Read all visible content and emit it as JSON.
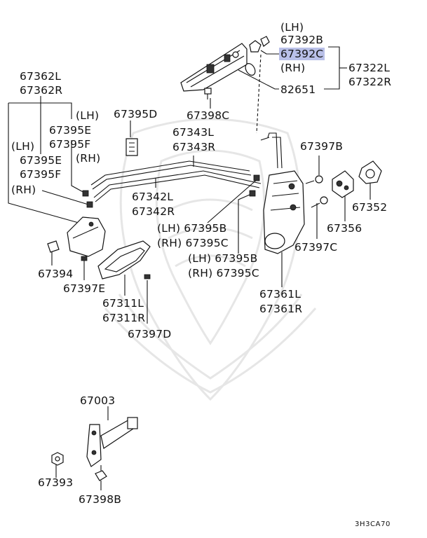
{
  "labels": {
    "lh_top": "(LH)",
    "p67392B": "67392B",
    "p67392C": "67392C",
    "rh_top": "(RH)",
    "p67322L": "67322L",
    "p67322R": "67322R",
    "p82651": "82651",
    "p67398C": "67398C",
    "p67362L": "67362L",
    "p67362R": "67362R",
    "lh_a": "(LH)",
    "p67395D": "67395D",
    "p67395E_a": "67395E",
    "p67395F_a": "67395F",
    "lh_b": "(LH)",
    "rh_b": "(RH)",
    "p67395E_b": "67395E",
    "p67395F_b": "67395F",
    "rh_c": "(RH)",
    "p67343L": "67343L",
    "p67343R": "67343R",
    "p67397B": "67397B",
    "p67342L": "67342L",
    "p67342R": "67342R",
    "p67352": "67352",
    "lh_395B": "(LH) 67395B",
    "rh_395C": "(RH) 67395C",
    "p67356": "67356",
    "p67397C": "67397C",
    "p67394": "67394",
    "lh_395B2": "(LH) 67395B",
    "rh_395C2": "(RH) 67395C",
    "p67397E": "67397E",
    "p67361L": "67361L",
    "p67361R": "67361R",
    "p67311L": "67311L",
    "p67311R": "67311R",
    "p67397D": "67397D",
    "p67003": "67003",
    "p67393": "67393",
    "p67398B": "67398B",
    "diagram_code": "3H3CA70"
  },
  "colors": {
    "highlight": "#b9c0e8",
    "line": "#111111",
    "watermark": "#e6e6e6"
  },
  "highlighted_part": "67392C"
}
